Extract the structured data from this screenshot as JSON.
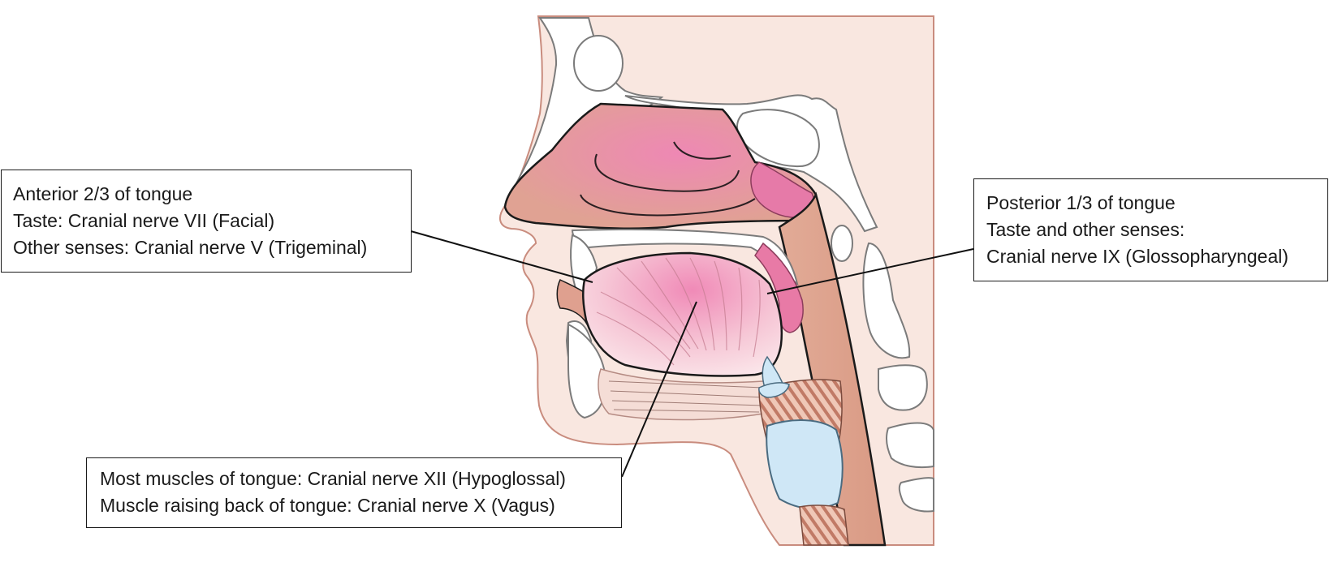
{
  "callouts": {
    "anterior": {
      "lines": [
        "Anterior 2/3 of tongue",
        "Taste: Cranial nerve VII (Facial)",
        "Other senses: Cranial nerve V (Trigeminal)"
      ]
    },
    "posterior": {
      "lines": [
        "Posterior 1/3 of tongue",
        "Taste and other senses:",
        "Cranial nerve IX (Glossopharyngeal)"
      ]
    },
    "muscles": {
      "lines": [
        "Most muscles of tongue: Cranial nerve XII (Hypoglossal)",
        "Muscle raising back of tongue: Cranial nerve X (Vagus)"
      ]
    }
  },
  "colors": {
    "skin": "#f9e7e0",
    "skin_outline": "#c98c7e",
    "nasal_cavity": "#e89aa8",
    "pharynx": "#dea48e",
    "tongue": "#f3a9c6",
    "tongue_fiber": "#c77f93",
    "bone": "#ffffff",
    "bone_outline": "#7b7b7b",
    "cartilage": "#cfe7f6",
    "muscle": "#d5988a",
    "leader_line": "#111111"
  }
}
